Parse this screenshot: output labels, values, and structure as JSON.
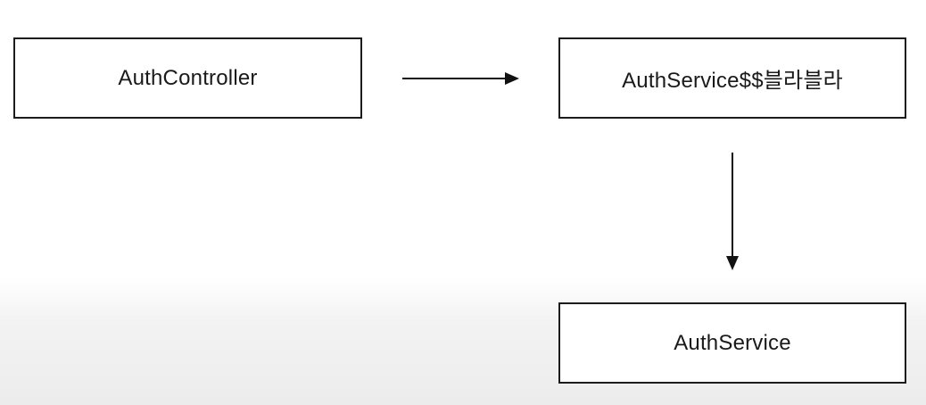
{
  "diagram": {
    "nodes": [
      {
        "id": "controller",
        "label": "AuthController"
      },
      {
        "id": "proxy",
        "label": "AuthService$$블라블라"
      },
      {
        "id": "service",
        "label": "AuthService"
      }
    ],
    "edges": [
      {
        "from": "controller",
        "to": "proxy"
      },
      {
        "from": "proxy",
        "to": "service"
      }
    ],
    "colors": {
      "border": "#1c1c1c",
      "text": "#1a1a1a",
      "arrow": "#111111"
    }
  }
}
